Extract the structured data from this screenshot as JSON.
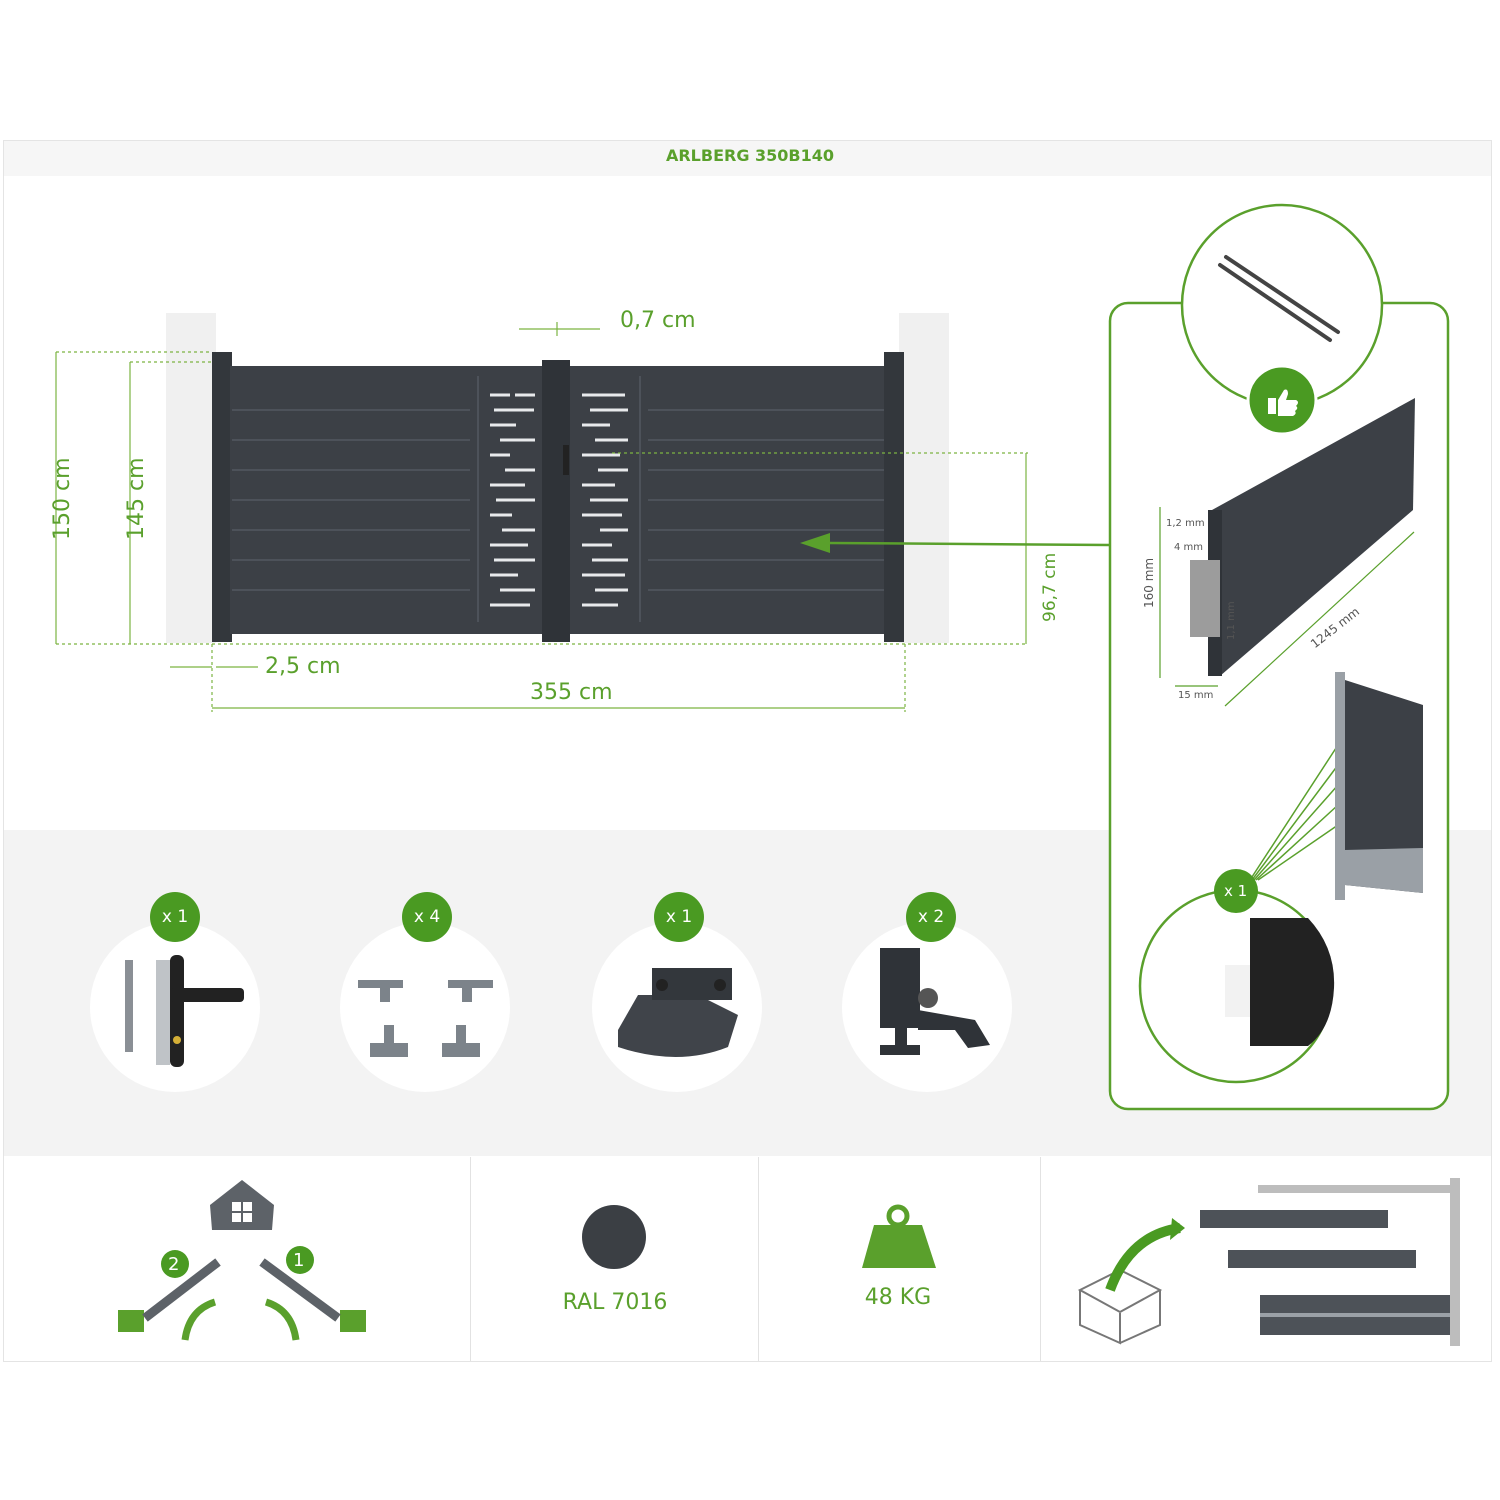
{
  "title": "ARLBERG 350B140",
  "dimensions": {
    "gap": "0,7 cm",
    "height_total": "150 cm",
    "height_leaf": "145 cm",
    "post_gap": "2,5 cm",
    "width": "355 cm",
    "handle_height": "96,7 cm"
  },
  "profile": {
    "thickness_1": "1,2 mm",
    "depth": "4 mm",
    "height": "160 mm",
    "thickness_2": "1,1 mm",
    "length": "1245 mm",
    "width": "15 mm",
    "qty": "x 1"
  },
  "accessories": [
    {
      "qty": "x 1",
      "icon": "handle-lock-icon"
    },
    {
      "qty": "x 4",
      "icon": "hinges-icon"
    },
    {
      "qty": "x 1",
      "icon": "central-stop-icon"
    },
    {
      "qty": "x 2",
      "icon": "gate-holder-icon"
    }
  ],
  "features": {
    "opening_steps": [
      "2",
      "1"
    ],
    "color_label": "RAL 7016",
    "color_hex": "#3b3f44",
    "weight_label": "48 KG"
  },
  "colors": {
    "accent": "#5aa02c",
    "gate": "#3c4046",
    "badge": "#4a9a22"
  }
}
